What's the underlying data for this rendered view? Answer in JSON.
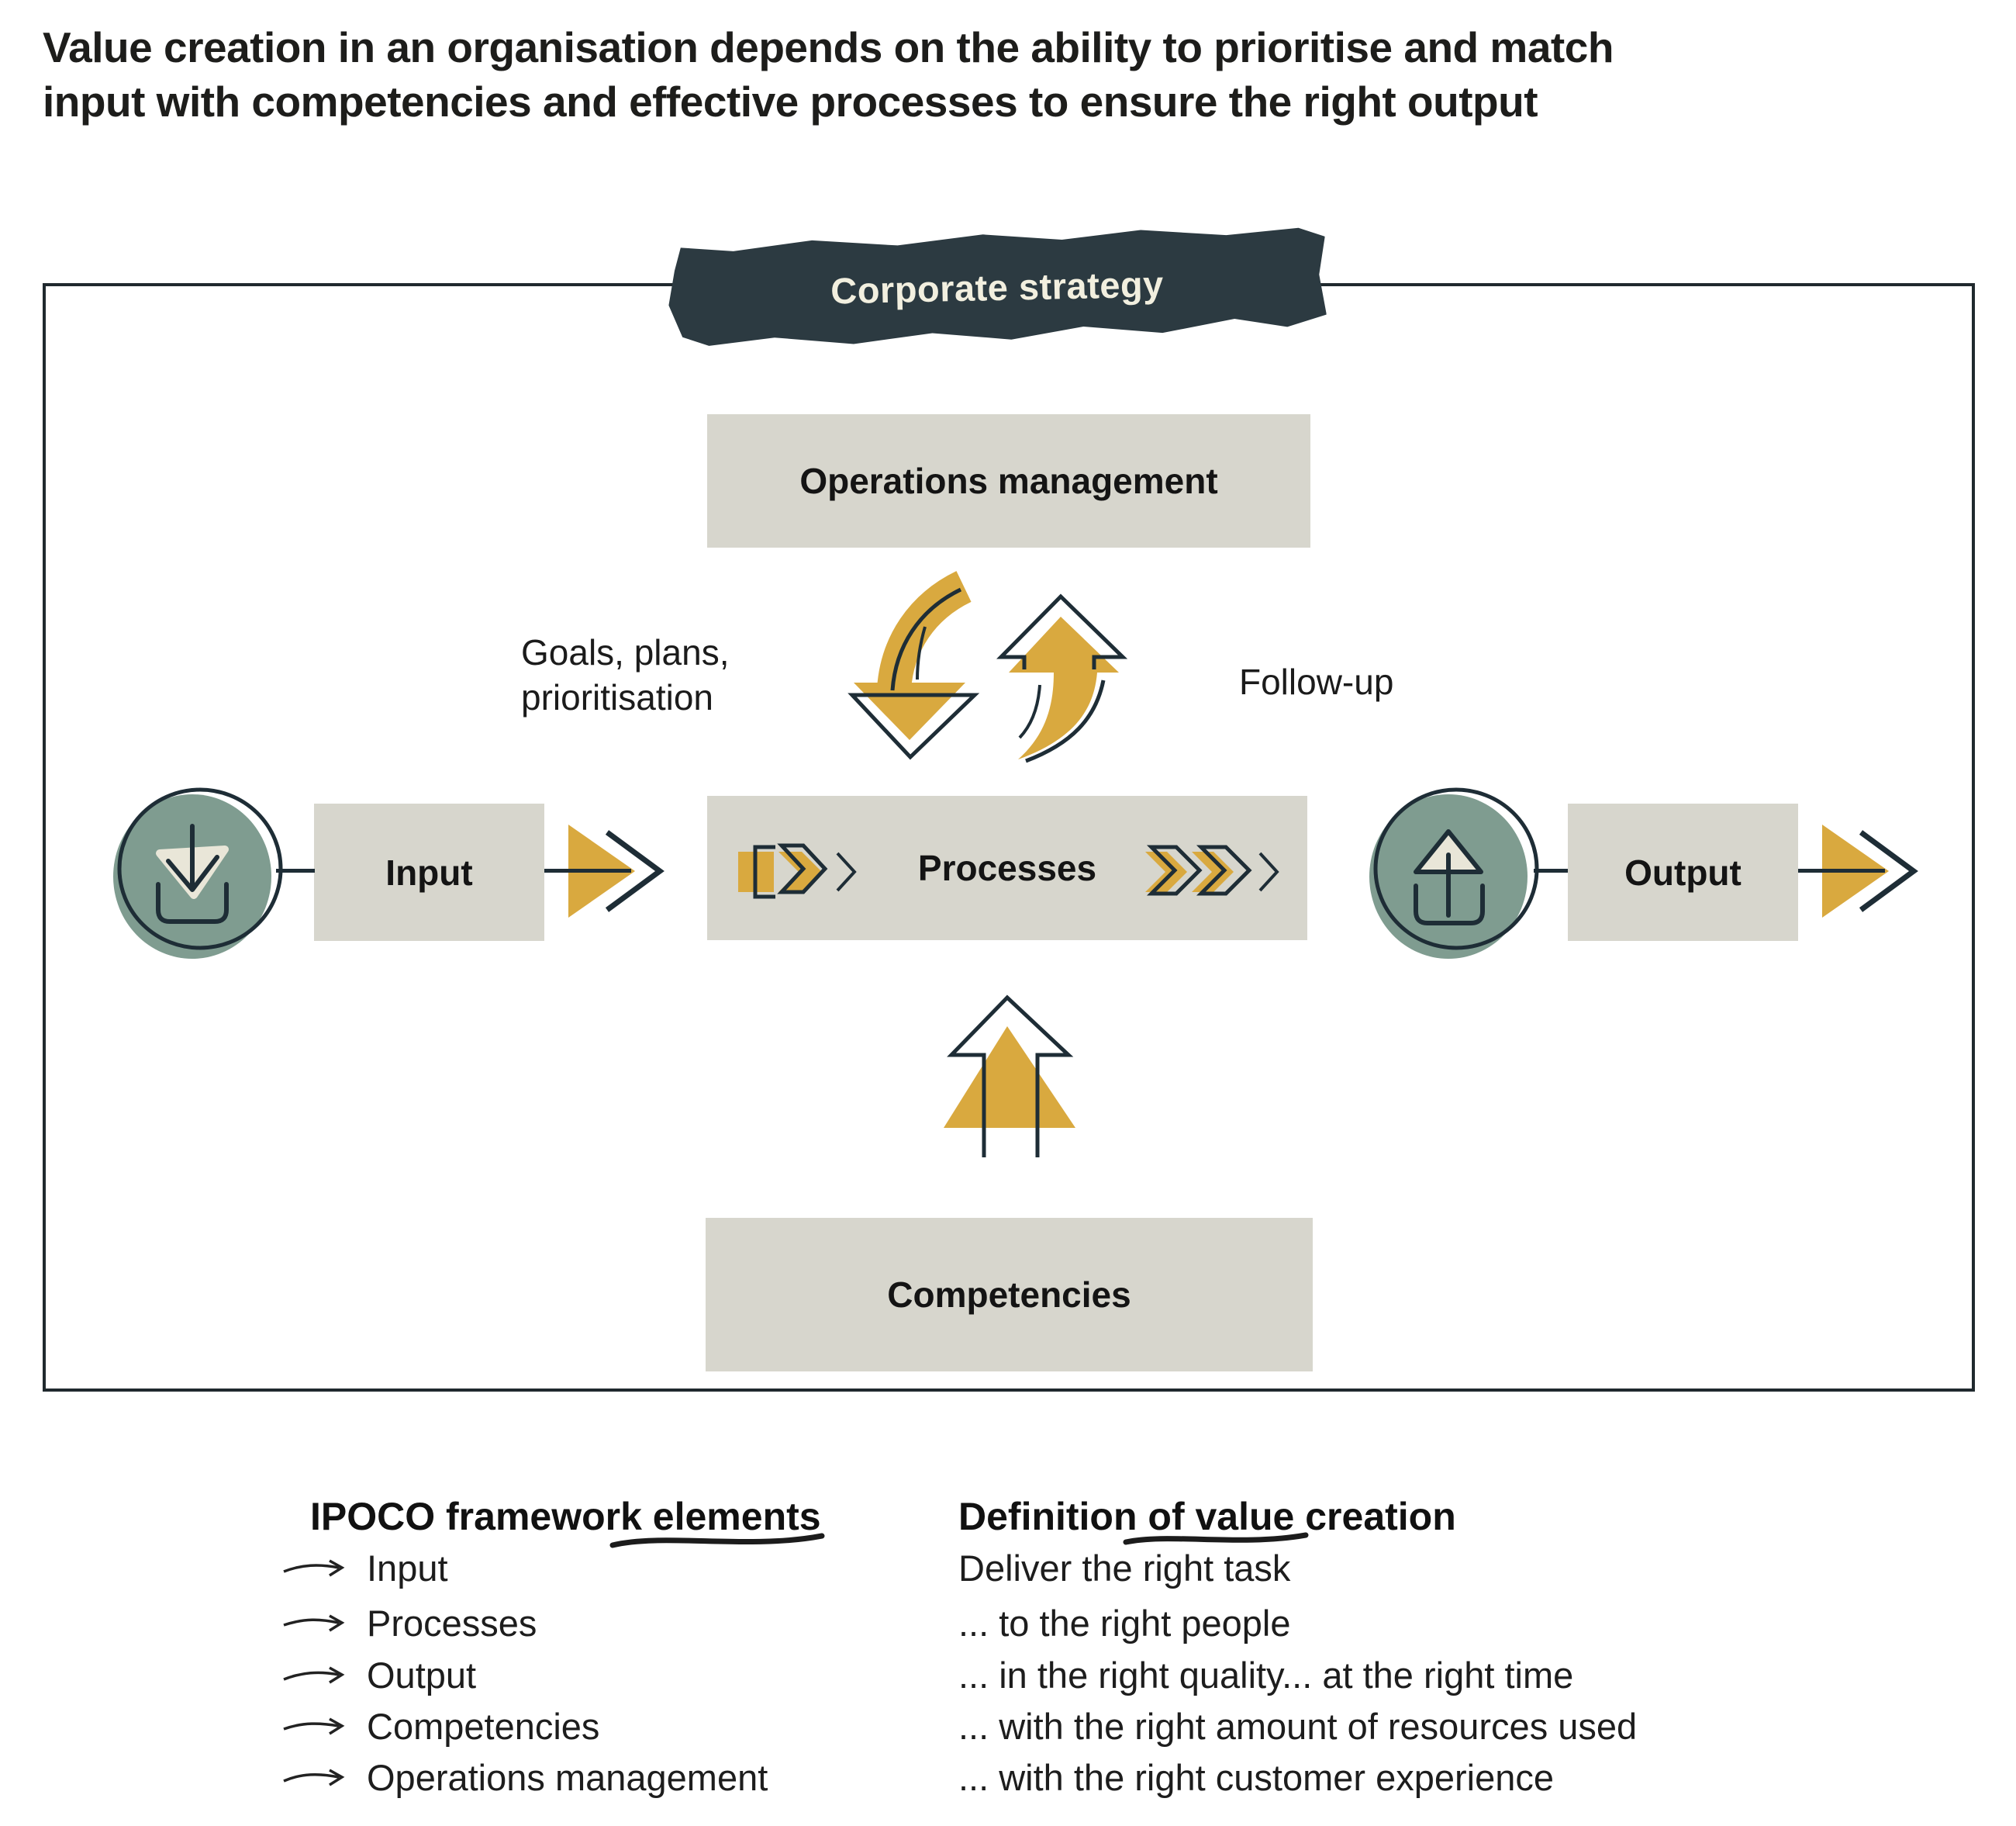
{
  "title": {
    "line1": "Value creation in an organisation depends on the ability to prioritise and match",
    "line2": "input with competencies and effective processes to ensure the right output"
  },
  "banner": {
    "label": "Corporate strategy"
  },
  "diagram": {
    "operations_label": "Operations management",
    "goals_line1": "Goals, plans,",
    "goals_line2": "prioritisation",
    "followup_label": "Follow-up",
    "input_label": "Input",
    "processes_label": "Processes",
    "output_label": "Output",
    "competencies_label": "Competencies"
  },
  "legend_left": {
    "heading": "IPOCO framework elements",
    "items": [
      "Input",
      "Processes",
      "Output",
      "Competencies",
      "Operations management"
    ]
  },
  "legend_right": {
    "heading": "Definition of value creation",
    "lines": [
      "Deliver the right task",
      "... to the right people",
      "... in the right quality... at the right time",
      "... with the right amount of resources used",
      "... with the right customer experience"
    ]
  },
  "colors": {
    "accent_yellow": "#d9a93f",
    "sage_teal": "#7f9c90",
    "box_gray": "#d7d6cd",
    "banner_dark": "#2c3a41",
    "outline_dark": "#1e2d36",
    "banner_text": "#f2efdf",
    "text_dark": "#1c1c1c"
  }
}
